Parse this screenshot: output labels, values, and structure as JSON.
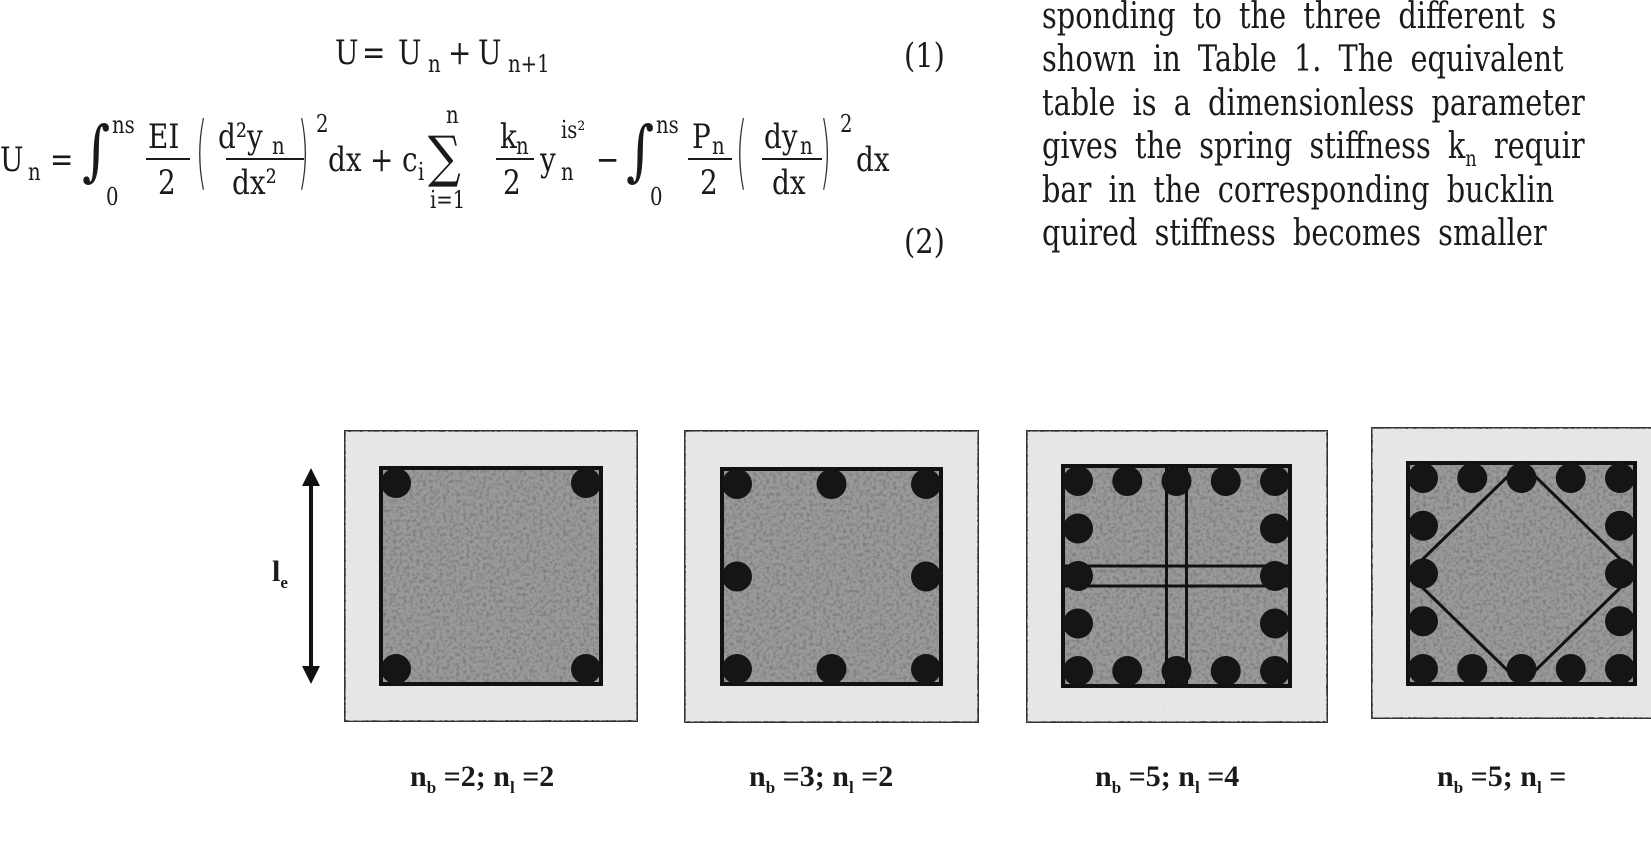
{
  "equation1": {
    "lhs": "U",
    "eq": "=",
    "t1": "U",
    "t1_sub": "n",
    "plus": "+",
    "t2": "U",
    "t2_sub": "n+1",
    "number": "(1)"
  },
  "equation2": {
    "lhs": "U",
    "lhs_sub": "n",
    "eq": "=",
    "int_symbol": "∫",
    "int_upper": "ns",
    "int_lower": "0",
    "f1_num": "EI",
    "f1_den": "2",
    "d2_num": "d²y",
    "d2_num_sub": "n",
    "d2_den": "dx²",
    "sq": "2",
    "dx": "dx",
    "plus": "+",
    "c": "c",
    "c_sub": "i",
    "sum_symbol": "∑",
    "sum_upper": "n",
    "sum_lower": "i=1",
    "f2_num": "k",
    "f2_num_sub": "n",
    "f2_den": "2",
    "y": "y",
    "y_sup": "is²",
    "y_sub": "n",
    "minus": "−",
    "f3_num": "P",
    "f3_num_sub": "n",
    "f3_den": "2",
    "d1_num": "dy",
    "d1_num_sub": "n",
    "d1_den": "dx",
    "number": "(2)"
  },
  "right_column": {
    "lines": [
      "sponding  to  the  three  different  s",
      "shown in Table 1. The equivalent",
      "table is a dimensionless parameter",
      "gives the spring stiffness k",
      "bar  in  the  corresponding  bucklin",
      "quired  stiffness  becomes  smaller"
    ],
    "line4_sub": "n",
    "line4_rest": " requir"
  },
  "figure": {
    "length_label": "l",
    "length_label_sub": "e",
    "panels": [
      {
        "nb": "2",
        "nl": "2"
      },
      {
        "nb": "3",
        "nl": "2"
      },
      {
        "nb": "5",
        "nl": "4"
      },
      {
        "nb": "5",
        "nl": ""
      }
    ],
    "caption_nb": "n",
    "caption_nb_sub": "b",
    "caption_nl": "n",
    "caption_nl_sub": "l"
  }
}
